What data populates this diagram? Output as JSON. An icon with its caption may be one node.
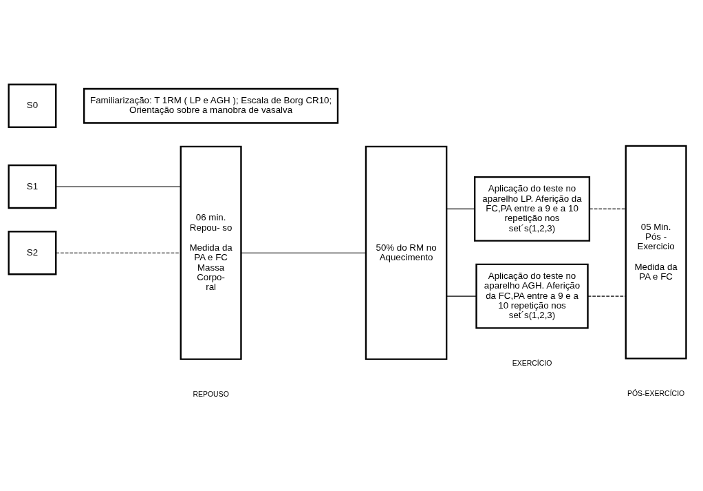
{
  "diagram": {
    "nodes": [
      {
        "text": [
          "S0"
        ]
      },
      {
        "text": [
          "Familiarização: T 1RM ( LP e AGH ); Escala de Borg CR10; Orientação sobre a manobra de vasalva"
        ]
      },
      {
        "text": [
          "S1"
        ]
      },
      {
        "text": [
          "S2"
        ]
      },
      {
        "text": [
          "06 min. Repou- so",
          "Medida da PA e FC Massa Corpo- ral"
        ]
      },
      {
        "text": [
          "50% do RM no  Aquecimento"
        ]
      },
      {
        "text": [
          "Aplicação do teste no aparelho LP. Aferição da FC,PA entre a 9 e a 10 repetição nos set´s(1,2,3)"
        ]
      },
      {
        "text": [
          "Aplicação do teste no aparelho AGH. Aferição da FC,PA entre a 9 e a 10 repetição nos set´s(1,2,3)"
        ]
      },
      {
        "text": [
          "05 Min. Pós - Exercicio",
          "Medida da PA e FC"
        ]
      }
    ],
    "edges": [
      {
        "from": 2,
        "to": 4,
        "arrow": "none"
      },
      {
        "from": 3,
        "to": 4,
        "arrow": "none",
        "style": "dashed"
      },
      {
        "from": 4,
        "to": 5,
        "arrow": "none"
      },
      {
        "from": 5,
        "to": 6,
        "arrow": "none"
      },
      {
        "from": 5,
        "to": 7,
        "arrow": "none"
      },
      {
        "from": 6,
        "to": 8,
        "arrow": "none",
        "style": "dashed"
      },
      {
        "from": 7,
        "to": 8,
        "arrow": "none",
        "style": "dashed"
      }
    ],
    "labels": [
      "REPOUSO",
      "EXERCÍCIO",
      "PÓS-EXERCÍCIO"
    ]
  }
}
